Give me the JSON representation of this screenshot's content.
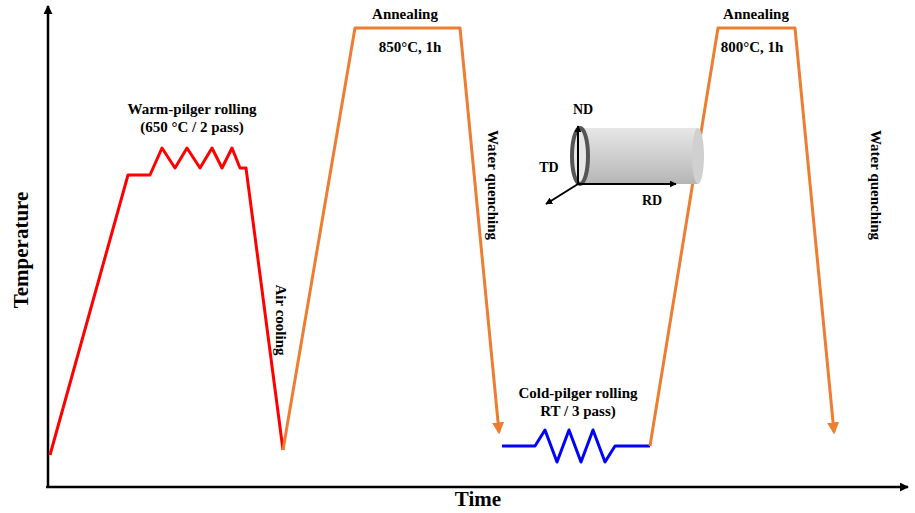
{
  "diagram": {
    "labels": [
      "Temperature",
      "Time",
      "Warm-pilger rolling (650 °C / 2 pass)",
      "Air cooling",
      "Annealing",
      "850°C, 1h",
      "Water quenching",
      "ND",
      "TD",
      "RD",
      "Annealing",
      "800°C, 1h",
      "Cold-pilger rolling RT / 3 pass)",
      "Water quenching"
    ]
  }
}
